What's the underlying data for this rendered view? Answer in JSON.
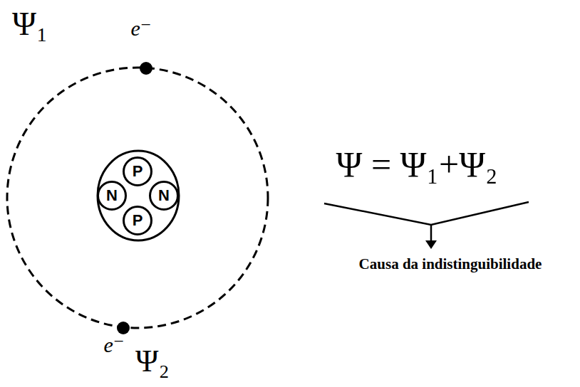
{
  "diagram": {
    "nodes": [
      {
        "text": [
          "P"
        ]
      },
      {
        "text": [
          "N"
        ]
      },
      {
        "text": [
          "N"
        ]
      },
      {
        "text": [
          "P"
        ]
      }
    ],
    "labels": [
      "Ψ₁",
      "e⁻",
      "Ψ = Ψ₁+Ψ₂",
      "Causa da indistinguibilidade",
      "e⁻",
      "Ψ₂"
    ]
  }
}
